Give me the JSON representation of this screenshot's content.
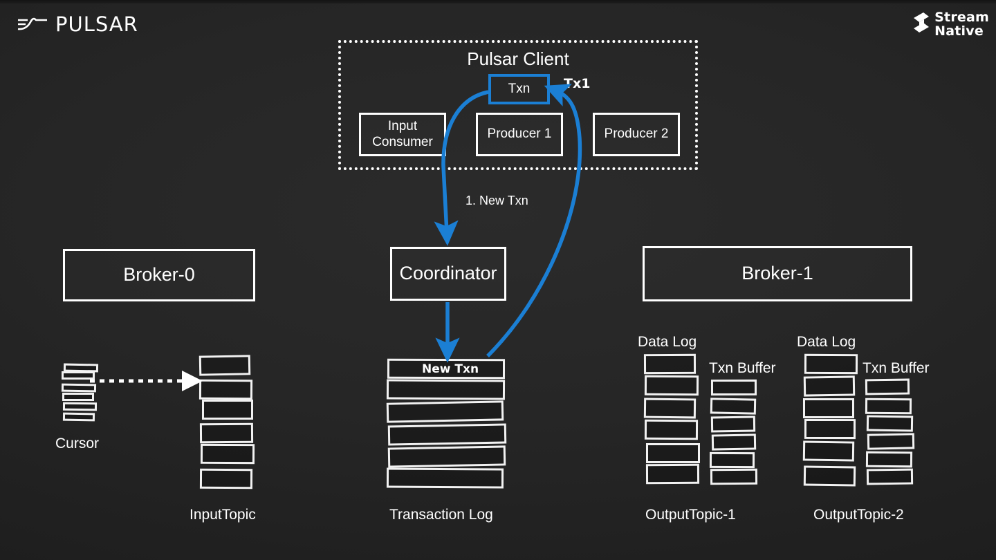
{
  "brand": {
    "pulsar_name": "PULSAR",
    "pulsar_icon": "pulsar-wave-logo",
    "streamnative_line1": "Stream",
    "streamnative_line2": "Native",
    "streamnative_icon": "streamnative-layers-logo"
  },
  "colors": {
    "background": "#222222",
    "stroke": "#ffffff",
    "accent_blue": "#1b7fd4",
    "text": "#ffffff"
  },
  "client": {
    "title": "Pulsar Client",
    "txn_label": "Txn",
    "tx1_label": "Tx1",
    "boxes": [
      {
        "label": "Input\nConsumer",
        "line1": "Input",
        "line2": "Consumer"
      },
      {
        "label": "Producer 1"
      },
      {
        "label": "Producer 2"
      }
    ]
  },
  "brokers": [
    {
      "label": "Broker-0"
    },
    {
      "label": "Coordinator"
    },
    {
      "label": "Broker-1"
    }
  ],
  "flows": [
    {
      "label": "1. New Txn",
      "from": "txn",
      "to": "coordinator",
      "color": "#1b7fd4"
    },
    {
      "label": "Tx1",
      "from": "transaction-log",
      "to": "txn",
      "color": "#1b7fd4"
    }
  ],
  "stacks": {
    "cursor": {
      "caption": "Cursor",
      "cells": 6
    },
    "input_topic": {
      "caption": "InputTopic",
      "cells": 6
    },
    "transaction_log": {
      "caption": "Transaction Log",
      "cells": 6,
      "first_cell_label": "New Txn"
    },
    "output_topic_1": {
      "caption": "OutputTopic-1",
      "data_log_label": "Data Log",
      "txn_buffer_label": "Txn Buffer",
      "data_log_cells": 6,
      "txn_buffer_cells": 6
    },
    "output_topic_2": {
      "caption": "OutputTopic-2",
      "data_log_label": "Data Log",
      "txn_buffer_label": "Txn Buffer",
      "data_log_cells": 6,
      "txn_buffer_cells": 6
    }
  }
}
